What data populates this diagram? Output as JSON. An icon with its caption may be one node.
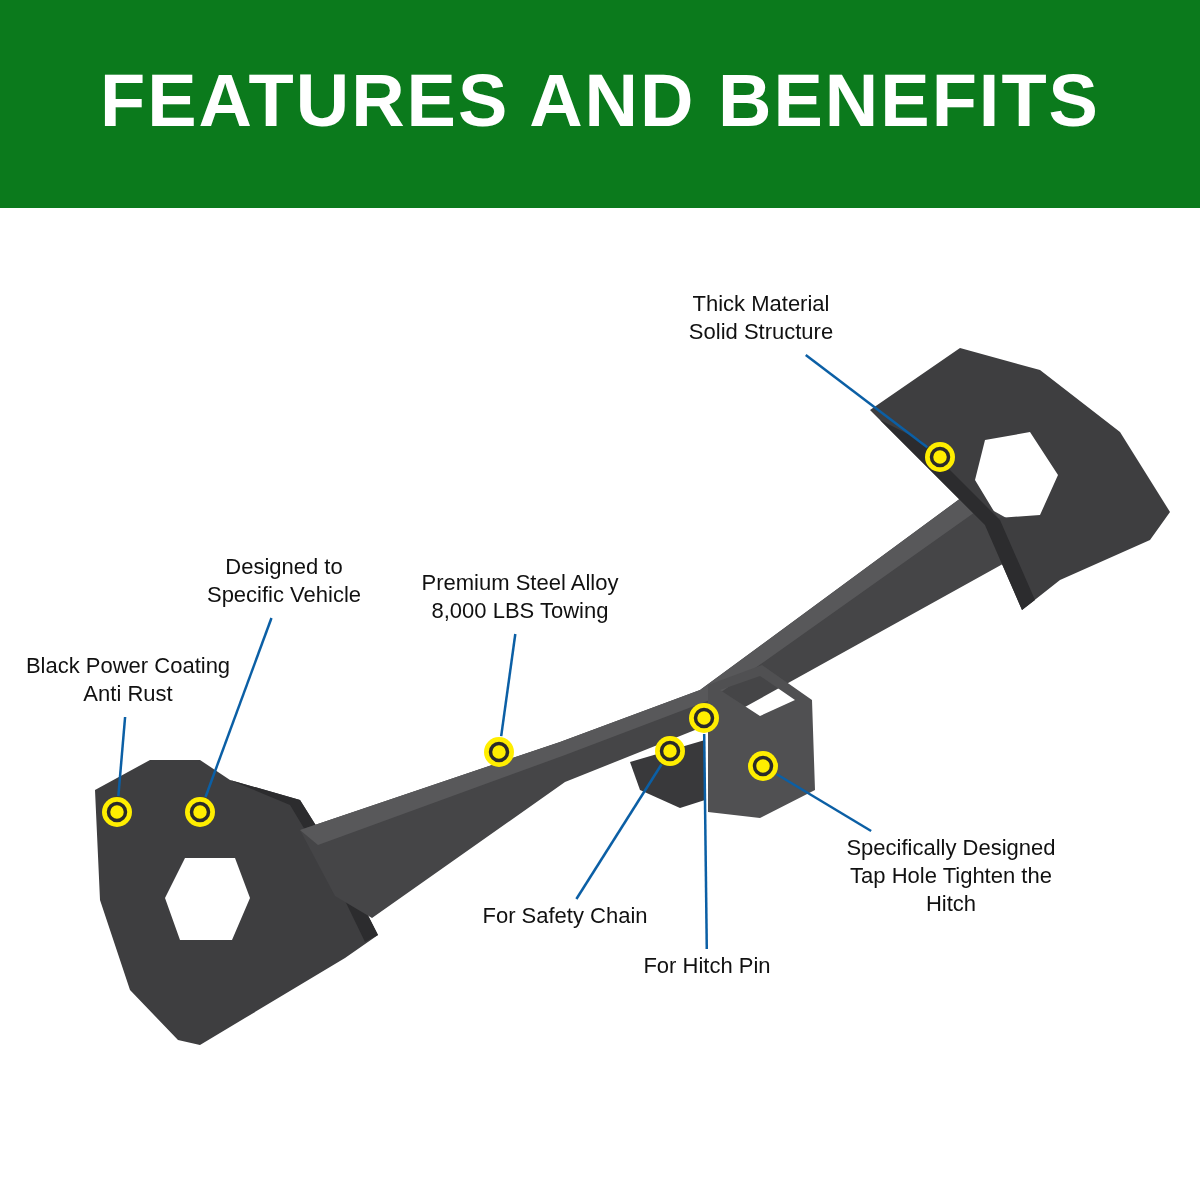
{
  "diagram": {
    "title": "FEATURES AND BENEFITS",
    "nodes": [
      {
        "text": [
          "Thick Material Solid Structure"
        ]
      },
      {
        "text": [
          "Designed to Specific Vehicle"
        ]
      },
      {
        "text": [
          "Premium Steel Alloy 8,000 LBS Towing"
        ]
      },
      {
        "text": [
          "Black Power Coating Anti Rust"
        ]
      },
      {
        "text": [
          "Specifically Designed Tap Hole Tighten the Hitch"
        ]
      },
      {
        "text": [
          "For Safety Chain"
        ]
      },
      {
        "text": [
          "For Hitch Pin"
        ]
      },
      {
        "text": [],
        "shape": "circle"
      },
      {
        "text": [],
        "shape": "circle"
      },
      {
        "text": [],
        "shape": "circle"
      },
      {
        "text": [],
        "shape": "circle"
      },
      {
        "text": [],
        "shape": "circle"
      },
      {
        "text": [],
        "shape": "circle"
      },
      {
        "text": [],
        "shape": "circle"
      }
    ],
    "edges": [
      {
        "from": 0,
        "to": 7,
        "arrow": "none"
      },
      {
        "from": 1,
        "to": 8,
        "arrow": "none"
      },
      {
        "from": 2,
        "to": 9,
        "arrow": "none"
      },
      {
        "from": 3,
        "to": 10,
        "arrow": "none"
      },
      {
        "from": 4,
        "to": 11,
        "arrow": "none"
      },
      {
        "from": 5,
        "to": 12,
        "arrow": "none"
      },
      {
        "from": 6,
        "to": 13,
        "arrow": "none"
      }
    ]
  }
}
